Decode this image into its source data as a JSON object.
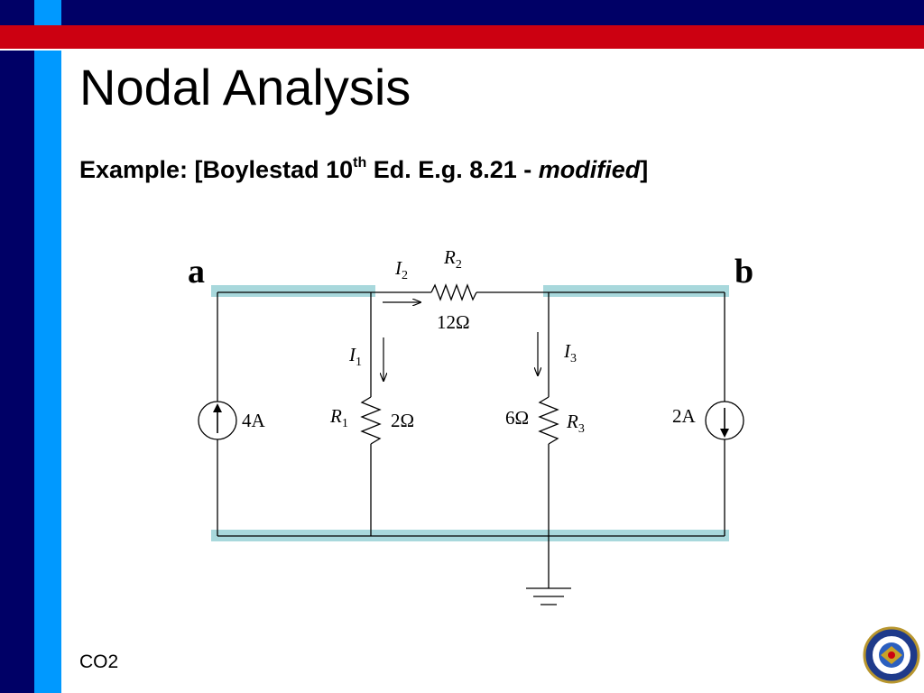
{
  "slide": {
    "title": "Nodal Analysis",
    "subtitle_prefix": "Example: [Boylestad 10",
    "subtitle_sup": "th",
    "subtitle_mid": " Ed. E.g. 8.21 - ",
    "subtitle_italic": "modified",
    "subtitle_suffix": "]",
    "footer": "CO2"
  },
  "circuit": {
    "node_a": "a",
    "node_b": "b",
    "source_left": "4A",
    "source_right": "2A",
    "r1_name": "R",
    "r1_sub": "1",
    "r1_value": "2Ω",
    "r2_name": "R",
    "r2_sub": "2",
    "r2_value": "12Ω",
    "r3_name": "R",
    "r3_sub": "3",
    "r3_value": "6Ω",
    "i1_name": "I",
    "i1_sub": "1",
    "i2_name": "I",
    "i2_sub": "2",
    "i3_name": "I",
    "i3_sub": "3"
  },
  "colors": {
    "navy": "#000066",
    "blue": "#0099ff",
    "red": "#cc0011",
    "node_highlight": "#a8d8dc"
  },
  "logo": {
    "caption": "كلية الهندسة العسكرية"
  }
}
